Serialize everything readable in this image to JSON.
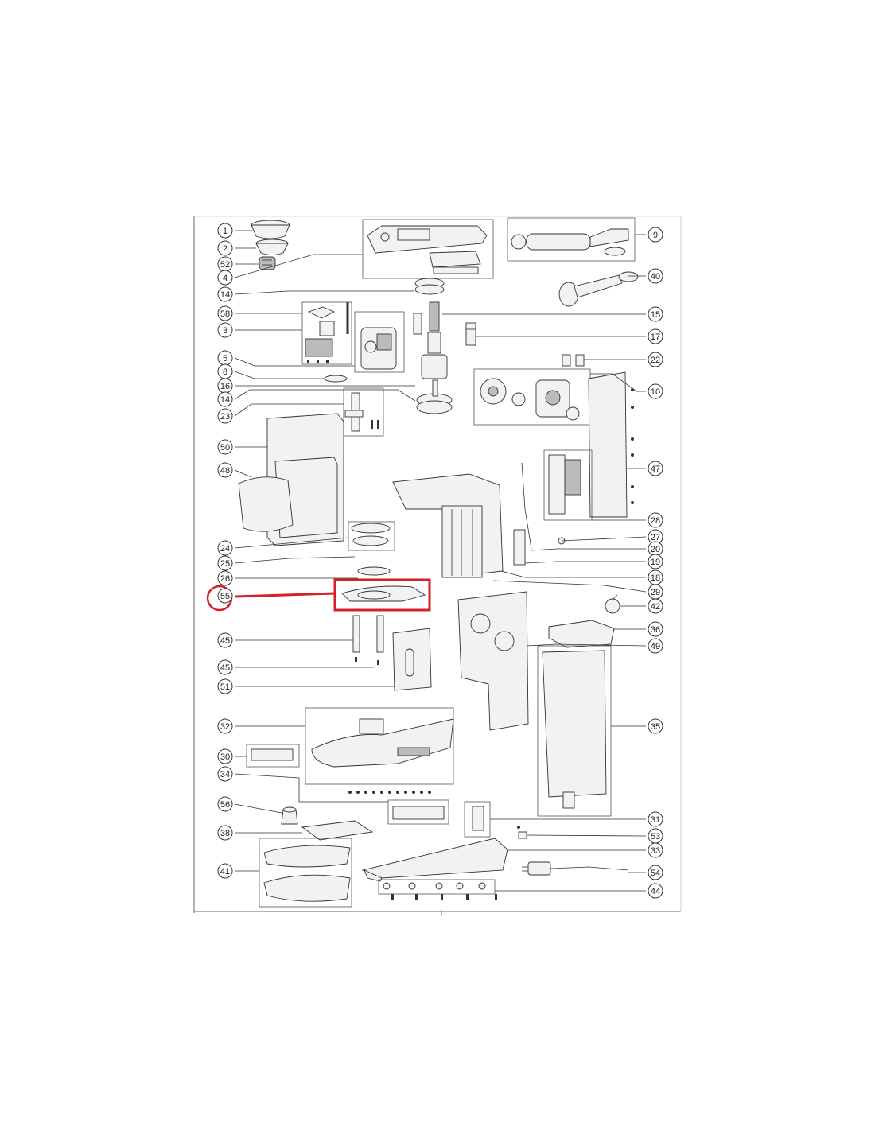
{
  "diagram": {
    "highlight_color": "#d61f26",
    "highlighted_part": "55",
    "callouts": [
      {
        "id": "c-1",
        "label": "1"
      },
      {
        "id": "c-2",
        "label": "2"
      },
      {
        "id": "c-52",
        "label": "52"
      },
      {
        "id": "c-4",
        "label": "4"
      },
      {
        "id": "c-14a",
        "label": "14"
      },
      {
        "id": "c-58",
        "label": "58"
      },
      {
        "id": "c-3",
        "label": "3"
      },
      {
        "id": "c-5",
        "label": "5"
      },
      {
        "id": "c-8",
        "label": "8"
      },
      {
        "id": "c-16",
        "label": "16"
      },
      {
        "id": "c-14b",
        "label": "14"
      },
      {
        "id": "c-23",
        "label": "23"
      },
      {
        "id": "c-50",
        "label": "50"
      },
      {
        "id": "c-48",
        "label": "48"
      },
      {
        "id": "c-24",
        "label": "24"
      },
      {
        "id": "c-25",
        "label": "25"
      },
      {
        "id": "c-26",
        "label": "26"
      },
      {
        "id": "c-55",
        "label": "55"
      },
      {
        "id": "c-45a",
        "label": "45"
      },
      {
        "id": "c-45b",
        "label": "45"
      },
      {
        "id": "c-51",
        "label": "51"
      },
      {
        "id": "c-32",
        "label": "32"
      },
      {
        "id": "c-30",
        "label": "30"
      },
      {
        "id": "c-34",
        "label": "34"
      },
      {
        "id": "c-56",
        "label": "56"
      },
      {
        "id": "c-38",
        "label": "38"
      },
      {
        "id": "c-41",
        "label": "41"
      },
      {
        "id": "c-9",
        "label": "9"
      },
      {
        "id": "c-40",
        "label": "40"
      },
      {
        "id": "c-15",
        "label": "15"
      },
      {
        "id": "c-17",
        "label": "17"
      },
      {
        "id": "c-22",
        "label": "22"
      },
      {
        "id": "c-10",
        "label": "10"
      },
      {
        "id": "c-47",
        "label": "47"
      },
      {
        "id": "c-28",
        "label": "28"
      },
      {
        "id": "c-27",
        "label": "27"
      },
      {
        "id": "c-20",
        "label": "20"
      },
      {
        "id": "c-19",
        "label": "19"
      },
      {
        "id": "c-18",
        "label": "18"
      },
      {
        "id": "c-29",
        "label": "29"
      },
      {
        "id": "c-42",
        "label": "42"
      },
      {
        "id": "c-36",
        "label": "36"
      },
      {
        "id": "c-49",
        "label": "49"
      },
      {
        "id": "c-35",
        "label": "35"
      },
      {
        "id": "c-31",
        "label": "31"
      },
      {
        "id": "c-53",
        "label": "53"
      },
      {
        "id": "c-33",
        "label": "33"
      },
      {
        "id": "c-54",
        "label": "54"
      },
      {
        "id": "c-44",
        "label": "44"
      }
    ]
  }
}
